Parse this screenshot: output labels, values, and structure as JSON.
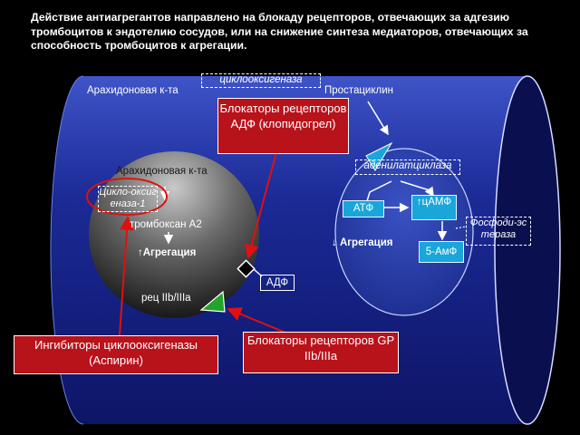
{
  "header": {
    "text": "Действие антиагрегантов направлено на блокаду рецепторов, отвечающих за адгезию тромбоцитов к эндотелию сосудов, или на снижение синтеза медиаторов, отвечающих за способность тромбоцитов к агрегации."
  },
  "vessel": {
    "arachidonic_acid": "Арахидоновая к-та",
    "cyclooxygenase": "циклооксигеназа",
    "prostacyclin": "Простациклин"
  },
  "platelet": {
    "arachidonic_acid": "Арахидоновая к-та",
    "cox1": "Цикло-оксигеназа-1",
    "thromboxane": "тромбоксан А2",
    "aggregation": "↑Агрегация",
    "receptor": "рец IIb/IIIa",
    "adp": "АДФ"
  },
  "endothelial": {
    "adenylate_cyclase": "аденилатциклаза",
    "atp": "АТФ",
    "camp": "↑цАМФ",
    "aggregation": "↓ Агрегация",
    "amp5": "5-АмФ",
    "phosphodiesterase": "Фосфоди-эстераза"
  },
  "callouts": {
    "adp_blockers": "Блокаторы рецепторов АДФ (клопидогрел)",
    "cox_inhibitors": "Ингибиторы циклооксигеназы (Аспирин)",
    "gp_blockers": "Блокаторы рецепторов GP IIb/IIIa"
  },
  "colors": {
    "background": "#000000",
    "vessel_blue": "#1c2c9a",
    "callout_red": "#b8121b",
    "box_cyan": "#1aa6d8",
    "arrow_red": "#e01010",
    "receptor_green": "#22a32a"
  }
}
